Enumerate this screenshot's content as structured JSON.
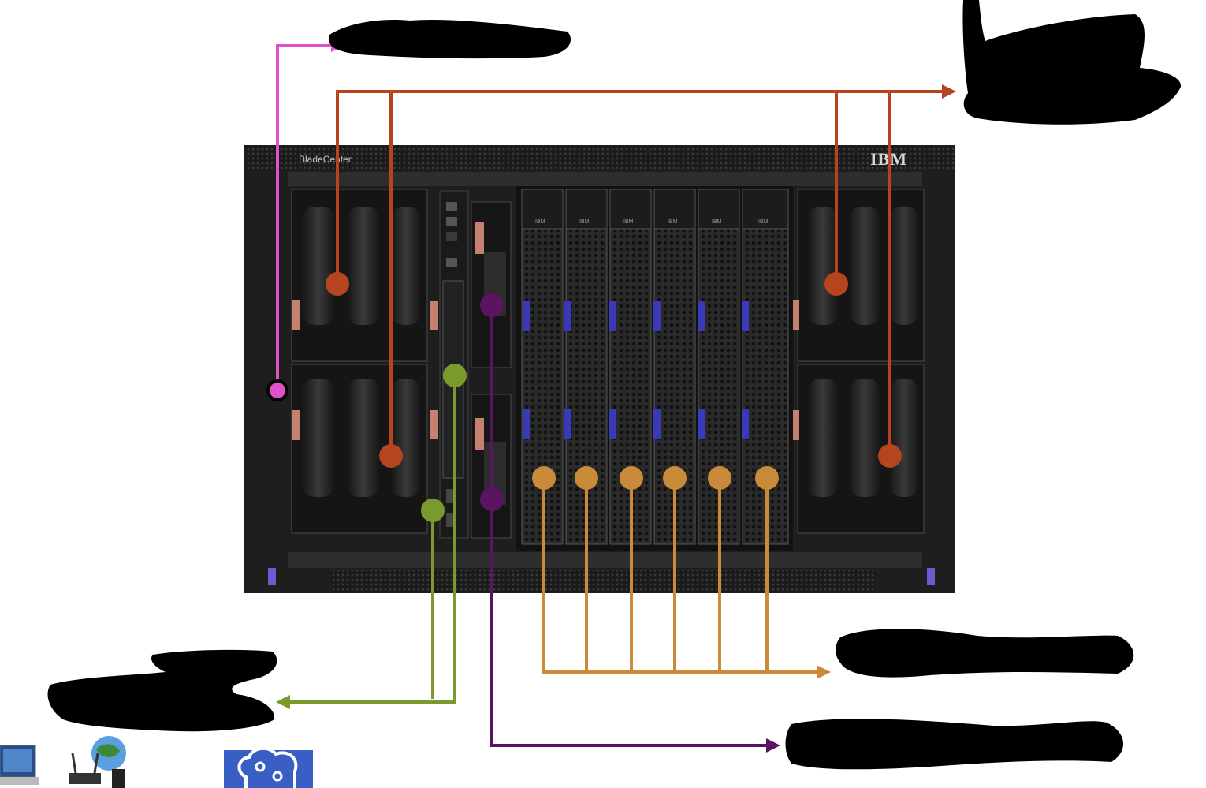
{
  "chassis": {
    "label": "BladeCenter",
    "brand": "IBM",
    "blade_logo": "IBM",
    "blade_count": 6
  },
  "colors": {
    "fan_link": "#b5441f",
    "mgmt_link": "#e050c8",
    "blade_link": "#c98a3a",
    "switch_link": "#5a1460",
    "power_link": "#7a9a2e",
    "redaction": "#000000",
    "chassis_body": "#1e1e1e",
    "blade_handle": "#3a3ab8",
    "connector_pink": "#c4826e"
  },
  "links": [
    {
      "name": "mgmt-link",
      "color_key": "mgmt_link",
      "target": "top-left-label"
    },
    {
      "name": "fan-link",
      "color_key": "fan_link",
      "target": "top-right-label"
    },
    {
      "name": "blade-link",
      "color_key": "blade_link",
      "target": "right-middle-label"
    },
    {
      "name": "switch-link",
      "color_key": "switch_link",
      "target": "bottom-right-label"
    },
    {
      "name": "power-link",
      "color_key": "power_link",
      "target": "bottom-left-label"
    }
  ],
  "icons": [
    "network-devices-icon",
    "cloud-network-icon"
  ]
}
